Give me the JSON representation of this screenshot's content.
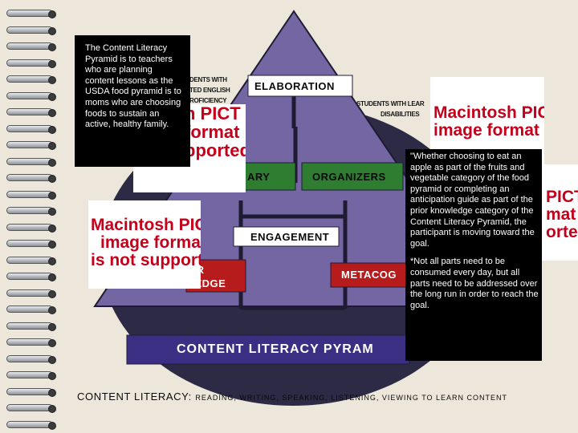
{
  "callout_left": {
    "text": "The Content Literacy Pyramid is to teachers who are planning content lessons as the USDA food pyramid is to moms who are choosing foods to sustain an active, healthy family."
  },
  "pyramid": {
    "elaboration": "ELABORATION",
    "vocabulary_partial": "ARY",
    "organizers": "ORGANIZERS",
    "engagement": "ENGAGEMENT",
    "prior_knowledge_partial_line1": "OR",
    "prior_knowledge_partial_line2": "LEDGE",
    "metacognition_partial": "METACOG",
    "title_partial": "CONTENT LITERACY PYRAM"
  },
  "side_labels": {
    "left_line1": "DENTS WITH",
    "left_line2": "TED ENGLISH",
    "left_line3": "ROFICIENCY",
    "right_line1": "STUDENTS WITH LEAR",
    "right_line2": "DISABILITIES"
  },
  "pict_placeholder": {
    "line1": "Macintosh PICT",
    "line2": "image format",
    "line3": "is not supported",
    "partial_top_left": [
      "h PICT",
      "format",
      "pported"
    ],
    "partial_right": [
      "PICT",
      "mat",
      "orted"
    ]
  },
  "callout_right": {
    "text1": "\"Whether choosing to eat an apple as part of the fruits and vegetable category of the food pyramid or completing an anticipation guide as part of the prior knowledge category of the Content Literacy Pyramid, the participant is moving toward the goal.",
    "text2": "*Not all parts need to be consumed every day, but all parts need to be addressed over the long run in order to reach the goal."
  },
  "footer": {
    "label": "CONTENT LITERACY:",
    "description": "READING, WRITING, SPEAKING, LISTENING, VIEWING TO LEARN CONTENT"
  },
  "colors": {
    "background": "#ece7da",
    "pyramid_fill": "#7466a3",
    "circle_fill": "#2c2a45",
    "box_white": "#ffffff",
    "box_green": "#2e7d30",
    "box_red": "#b71c1c",
    "banner": "#3a2f83",
    "note_bg": "#000000",
    "pict_text": "#c4001a"
  }
}
